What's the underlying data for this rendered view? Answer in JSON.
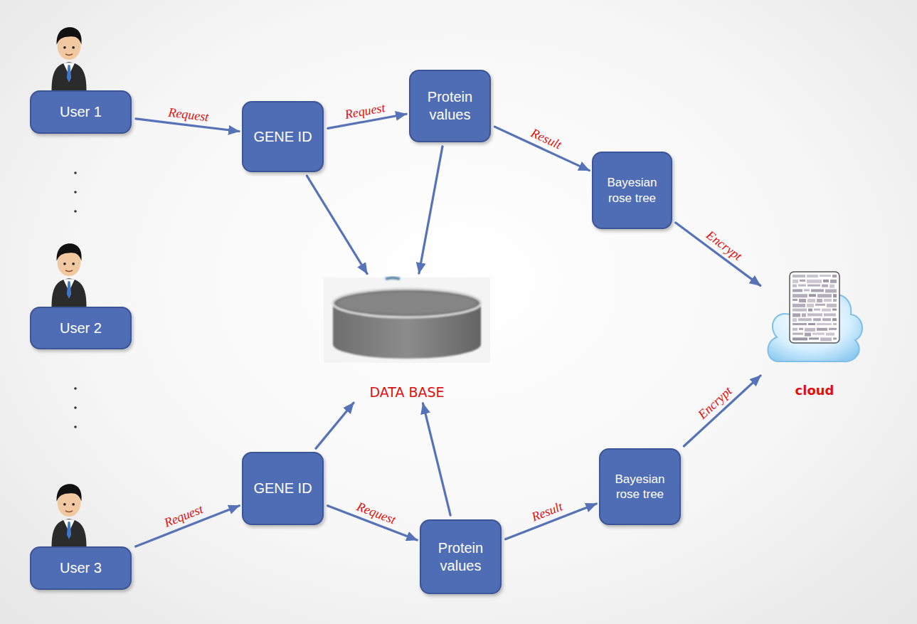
{
  "diagram": {
    "nodes": [
      {
        "text": [
          "User 1"
        ]
      },
      {
        "text": [
          "GENE ID"
        ]
      },
      {
        "text": [
          "Protein values"
        ]
      },
      {
        "text": [
          "Bayesian rose tree"
        ]
      },
      {
        "text": [
          "cloud"
        ]
      },
      {
        "text": [
          "User 2"
        ]
      },
      {
        "text": [
          "DATA BASE"
        ]
      },
      {
        "text": [
          "Bayesian rose tree"
        ]
      },
      {
        "text": [
          "User 3"
        ]
      },
      {
        "text": [
          "GENE ID"
        ]
      },
      {
        "text": [
          "Protein values"
        ]
      }
    ],
    "edges": [
      {
        "from": 0,
        "to": 1,
        "label": "Request",
        "arrow": "to"
      },
      {
        "from": 1,
        "to": 2,
        "label": "Request",
        "arrow": "to"
      },
      {
        "from": 2,
        "to": 3,
        "label": "Result",
        "arrow": "to"
      },
      {
        "from": 3,
        "to": 4,
        "label": "Encrypt",
        "arrow": "to"
      },
      {
        "from": 1,
        "to": 6,
        "arrow": "to"
      },
      {
        "from": 2,
        "to": 6,
        "arrow": "to"
      },
      {
        "from": 8,
        "to": 9,
        "label": "Request",
        "arrow": "to"
      },
      {
        "from": 9,
        "to": 10,
        "label": "Request",
        "arrow": "to"
      },
      {
        "from": 10,
        "to": 7,
        "label": "Result",
        "arrow": "to"
      },
      {
        "from": 7,
        "to": 4,
        "label": "Encrypt",
        "arrow": "to"
      },
      {
        "from": 9,
        "to": 6,
        "arrow": "to"
      },
      {
        "from": 10,
        "to": 6,
        "arrow": "to"
      }
    ]
  }
}
